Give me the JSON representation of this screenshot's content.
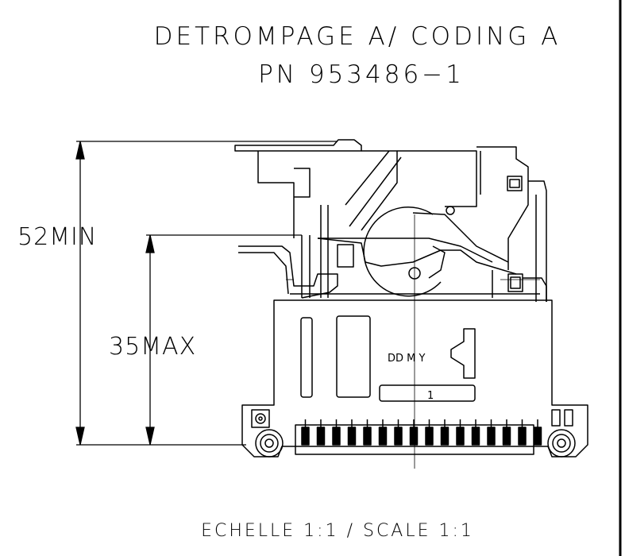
{
  "title": {
    "line1": "DETROMPAGE A/ CODING A",
    "line2": "PN 953486−1"
  },
  "dimensions": {
    "overall_height": "52MIN",
    "body_height": "35MAX"
  },
  "marking": {
    "date_code": "DD M Y",
    "label": "1"
  },
  "footer": {
    "scale": "ECHELLE 1:1 / SCALE 1:1"
  }
}
